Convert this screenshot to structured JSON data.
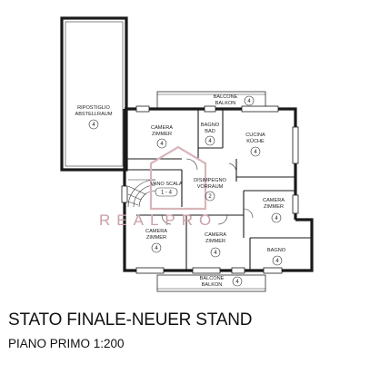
{
  "rooms": {
    "ripostiglio": {
      "line1": "RIPOSTIGLIO",
      "line2": "ABSTELLRAUM",
      "number": "4"
    },
    "camera_top": {
      "line1": "CAMERA",
      "line2": "ZIMMER",
      "number": "4"
    },
    "bagno_top": {
      "line1": "BAGNO",
      "line2": "BAD",
      "number": "4"
    },
    "cucina": {
      "line1": "CUCINA",
      "line2": "KÜCHE",
      "number": "4"
    },
    "vano_scala": {
      "line1": "VANO SCALA",
      "number": "1 - 4"
    },
    "disimpegno": {
      "line1": "DISIMPEGNO",
      "line2": "VORRAUM",
      "number": "2"
    },
    "camera_right": {
      "line1": "CAMERA",
      "line2": "ZIMMER",
      "number": "4"
    },
    "camera_bl": {
      "line1": "CAMERA",
      "line2": "ZIMMER",
      "number": "4"
    },
    "camera_bc": {
      "line1": "CAMERA",
      "line2": "ZIMMER",
      "number": "4"
    },
    "bagno_br": {
      "line1": "BAGNO",
      "number": "4"
    }
  },
  "balcony_top": {
    "line1": "BALCONE",
    "line2": "BALKON",
    "number": "4"
  },
  "balcony_bottom": {
    "line1": "BALCONE",
    "line2": "BALKON",
    "number": "4"
  },
  "watermark": "REALPRO",
  "title": "STATO FINALE-NEUER STAND",
  "subtitle": "PIANO PRIMO   1:200"
}
